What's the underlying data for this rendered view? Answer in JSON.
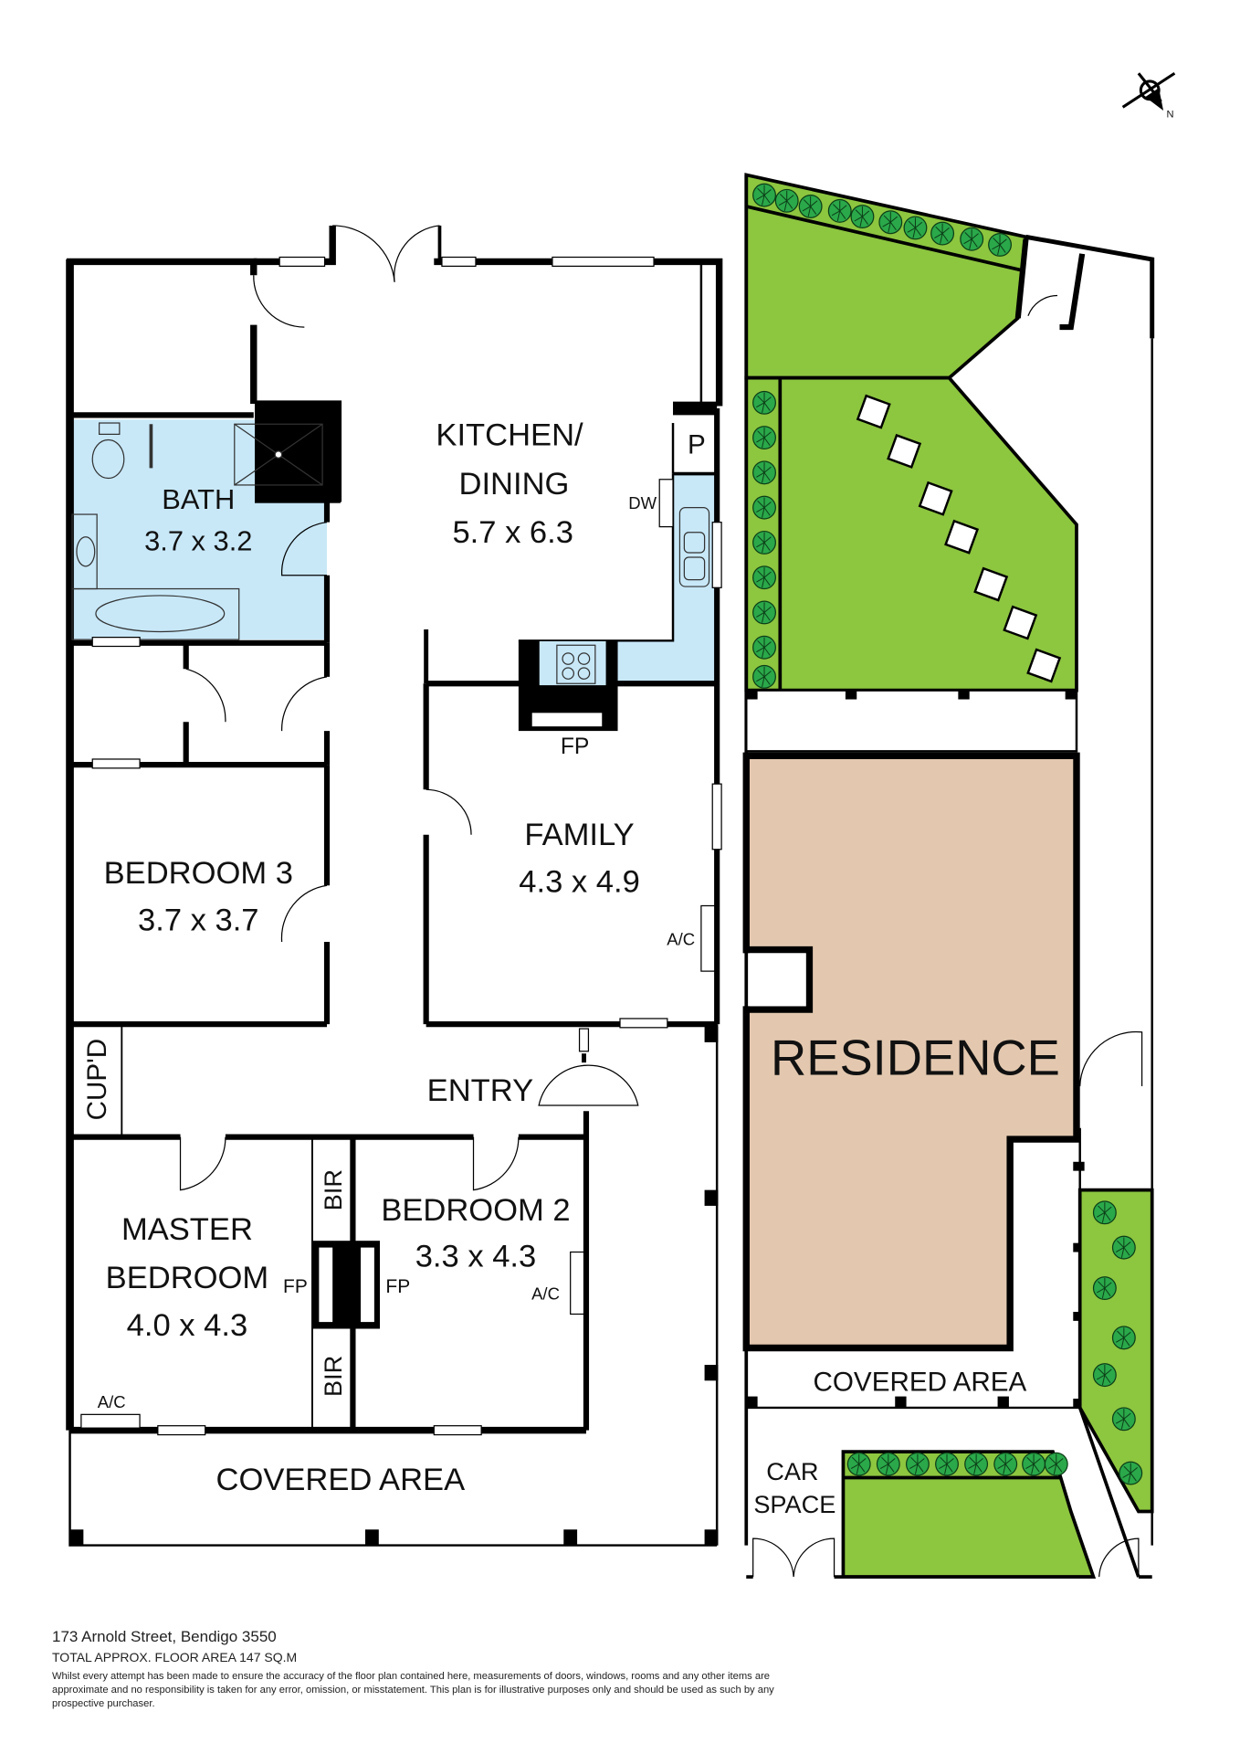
{
  "compass": {
    "label": "N"
  },
  "rooms": {
    "kitchen": {
      "name_line1": "KITCHEN/",
      "name_line2": "DINING",
      "size": "5.7 x 6.3"
    },
    "bath": {
      "name": "BATH",
      "size": "3.7 x 3.2"
    },
    "family": {
      "name": "FAMILY",
      "size": "4.3 x 4.9"
    },
    "bedroom3": {
      "name": "BEDROOM 3",
      "size": "3.7 x 3.7"
    },
    "entry": {
      "name": "ENTRY"
    },
    "cupd": {
      "name": "CUP'D"
    },
    "master": {
      "name_line1": "MASTER",
      "name_line2": "BEDROOM",
      "size": "4.0 x 4.3"
    },
    "bedroom2": {
      "name": "BEDROOM 2",
      "size": "3.3 x 4.3"
    },
    "covered_main": {
      "name": "COVERED AREA"
    },
    "residence": {
      "name": "RESIDENCE"
    },
    "covered_side": {
      "name": "COVERED AREA"
    },
    "car_space": {
      "line1": "CAR",
      "line2": "SPACE"
    }
  },
  "fixtures": {
    "pantry": "P",
    "dishwasher": "DW",
    "fireplace_family": "FP",
    "fireplace_master": "FP",
    "fireplace_bed2": "FP",
    "bir_top": "BIR",
    "bir_bottom": "BIR",
    "ac_family": "A/C",
    "ac_bed2": "A/C",
    "ac_master": "A/C"
  },
  "colors": {
    "wet_area": "#c8e8f8",
    "lawn": "#8dc63f",
    "shrub": "#2aa84a",
    "residence": "#e3c8af",
    "wall": "#000000"
  },
  "footer": {
    "address": "173 Arnold Street, Bendigo 3550",
    "floor_area": "TOTAL APPROX. FLOOR AREA 147 SQ.M",
    "disclaimer": "Whilst every attempt has been made to ensure the accuracy of the floor plan contained here, measurements of doors, windows, rooms and any other items are approximate and no responsibility is taken for any error, omission, or misstatement. This plan is for illustrative purposes only and should be used as such by any prospective purchaser."
  }
}
